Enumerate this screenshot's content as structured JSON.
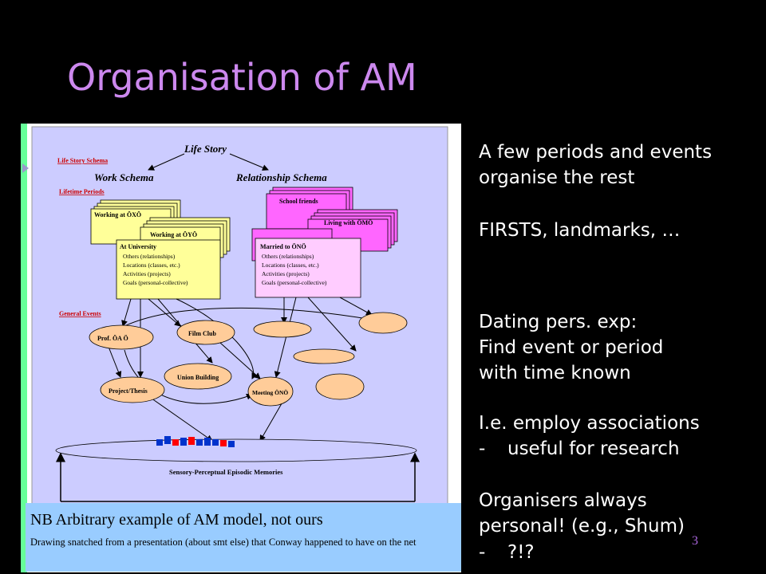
{
  "slide": {
    "title": "Organisation of AM",
    "page_number": "3"
  },
  "right_text": {
    "lines": [
      "A few periods and events",
      "organise the rest",
      "FIRSTS, landmarks, …",
      "Dating pers. exp:",
      "Find event or period",
      "with time known",
      "I.e. employ associations",
      "useful for research",
      "Organisers always",
      "personal! (e.g., Shum)",
      "?!?"
    ],
    "dash": "-"
  },
  "note": {
    "main": "NB Arbitrary example of AM model, not ours",
    "sub": "Drawing snatched from a presentation (about smt else) that Conway happened to have on the net"
  },
  "figure": {
    "section_life_story_schema": "Life Story Schema",
    "section_lifetime_periods": "Lifetime Periods",
    "section_general_events": "General Events",
    "life_story": "Life Story",
    "work_schema": "Work Schema",
    "relationship_schema": "Relationship Schema",
    "card_working_oxo": "Working at ÖXÖ",
    "card_working_oyo": "Working at ÖYÖ",
    "card_at_university": "At University",
    "card_school_friends": "School friends",
    "card_living_omo": "Living with ÖMÖ",
    "card_married_ono": "Married to ÖNÖ",
    "detail_lines": [
      "Others (relationships)",
      "Locations (classes, etc.)",
      "Activities (projects)",
      "Goals (personal-collective)"
    ],
    "event_prof": "Prof. ÖA Ö",
    "event_film_club": "Film Club",
    "event_union_building": "Union Building",
    "event_project_thesis": "Project/Thesis",
    "event_meeting": "Meeting ÖNÖ",
    "memories": "Sensory-Perceptual Episodic Memories"
  },
  "colors": {
    "background": "#000000",
    "title": "#cc88ee",
    "figure_panel": "#ccccff",
    "note_box": "#99ccff",
    "yellow_card": "#ffff99",
    "magenta_card": "#ff66ff",
    "event_fill": "#ffcc99",
    "memory_fill": "#ccccff"
  }
}
